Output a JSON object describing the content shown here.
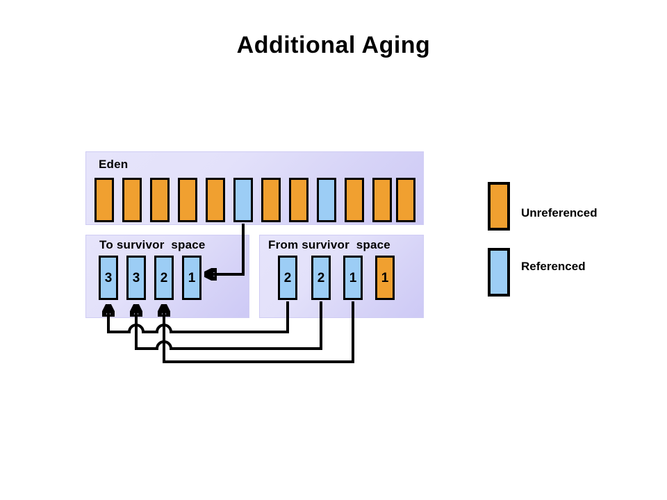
{
  "title": "Additional Aging",
  "colors": {
    "unreferenced": "#f0a030",
    "referenced": "#9ccdf5",
    "panel_background": "#e4e2fa",
    "panel_background_end": "#cdc9f5",
    "outline": "#000000",
    "page_background": "#ffffff"
  },
  "eden": {
    "label": "Eden",
    "blocks": [
      {
        "state": "unreferenced",
        "age": ""
      },
      {
        "state": "unreferenced",
        "age": ""
      },
      {
        "state": "unreferenced",
        "age": ""
      },
      {
        "state": "unreferenced",
        "age": ""
      },
      {
        "state": "unreferenced",
        "age": ""
      },
      {
        "state": "referenced",
        "age": ""
      },
      {
        "state": "unreferenced",
        "age": ""
      },
      {
        "state": "unreferenced",
        "age": ""
      },
      {
        "state": "referenced",
        "age": ""
      },
      {
        "state": "unreferenced",
        "age": ""
      },
      {
        "state": "unreferenced",
        "age": ""
      },
      {
        "state": "unreferenced",
        "age": ""
      }
    ]
  },
  "to_survivor": {
    "label": "To survivor  space",
    "blocks": [
      {
        "state": "referenced",
        "age": "3"
      },
      {
        "state": "referenced",
        "age": "3"
      },
      {
        "state": "referenced",
        "age": "2"
      },
      {
        "state": "referenced",
        "age": "1"
      }
    ]
  },
  "from_survivor": {
    "label": "From survivor  space",
    "blocks": [
      {
        "state": "referenced",
        "age": "2"
      },
      {
        "state": "referenced",
        "age": "2"
      },
      {
        "state": "referenced",
        "age": "1"
      },
      {
        "state": "unreferenced",
        "age": "1"
      }
    ]
  },
  "legend": {
    "items": [
      {
        "label": "Unreferenced",
        "state": "unreferenced"
      },
      {
        "label": "Referenced",
        "state": "referenced"
      }
    ]
  },
  "flows": [
    {
      "from": "eden.blocks.5",
      "to": "to_survivor.blocks.3",
      "kind": "promotion-arrow"
    },
    {
      "from": "from_survivor.blocks.0",
      "to": "to_survivor.blocks.0",
      "kind": "copy-arrow"
    },
    {
      "from": "from_survivor.blocks.1",
      "to": "to_survivor.blocks.1",
      "kind": "copy-arrow"
    },
    {
      "from": "from_survivor.blocks.2",
      "to": "to_survivor.blocks.2",
      "kind": "copy-arrow"
    }
  ]
}
